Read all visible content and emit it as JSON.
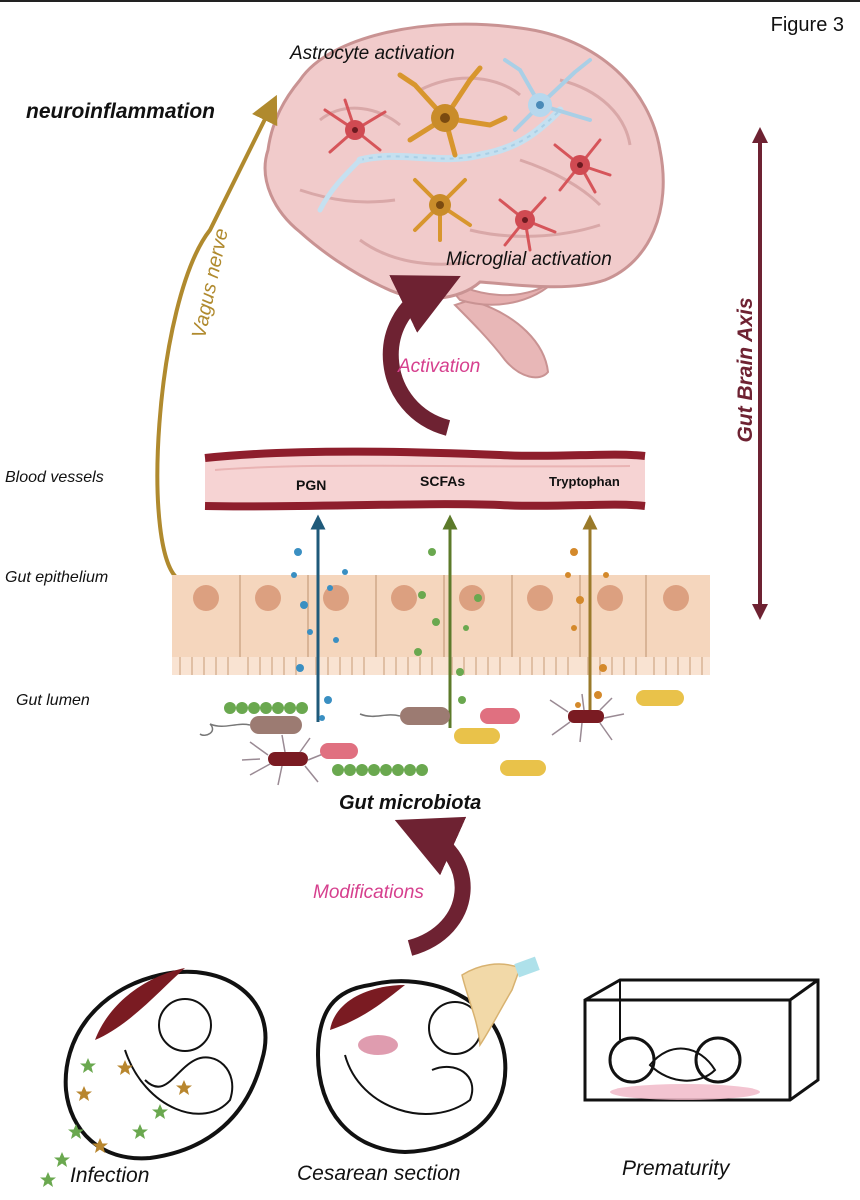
{
  "figure_label": "Figure 3",
  "brain": {
    "astrocyte_label": "Astrocyte activation",
    "microglial_label": "Microglial activation",
    "neuroinflammation_label": "neuroinflammation"
  },
  "arrows": {
    "vagus_label": "Vagus nerve",
    "activation_label": "Activation",
    "modifications_label": "Modifications",
    "gut_brain_axis_label": "Gut Brain Axis"
  },
  "gut": {
    "blood_vessels_label": "Blood vessels",
    "gut_epithelium_label": "Gut epithelium",
    "gut_lumen_label": "Gut lumen",
    "metabolites": [
      "PGN",
      "SCFAs",
      "Tryptophan"
    ],
    "microbiota_label": "Gut microbiota"
  },
  "factors": {
    "infection_label": "Infection",
    "cesarean_label": "Cesarean section",
    "prematurity_label": "Prematurity"
  },
  "colors": {
    "dark_red": "#6e2232",
    "vagus_gold": "#b08a2e",
    "activation_pink": "#d6408e",
    "vessel_wall": "#8e1e2c",
    "vessel_lumen": "#f6d3d3",
    "cell_fill": "#f5d6bd",
    "nucleus": "#dca080",
    "brain_fill": "#f1cbcb",
    "pgn_blue": "#2f7fb5",
    "scfa_green": "#6aa84f",
    "trp_orange": "#d4892b"
  }
}
